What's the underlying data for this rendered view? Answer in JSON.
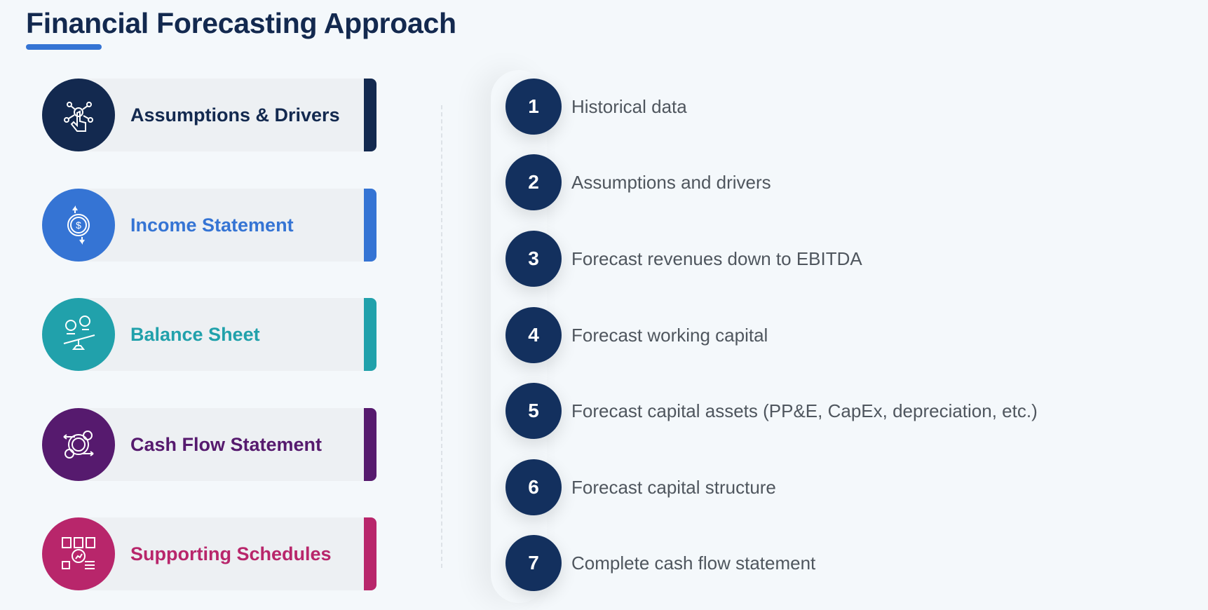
{
  "title": "Financial Forecasting Approach",
  "colors": {
    "navy": "#13294f",
    "blue": "#3574d4",
    "teal": "#21a1ab",
    "purple": "#561a6e",
    "magenta": "#b8266b"
  },
  "components": [
    {
      "label": "Assumptions & Drivers",
      "color": "#13294f",
      "icon": "network-hand-icon"
    },
    {
      "label": "Income Statement",
      "color": "#3574d4",
      "icon": "dollar-arrows-icon"
    },
    {
      "label": "Balance Sheet",
      "color": "#21a1ab",
      "icon": "balance-scale-icon"
    },
    {
      "label": "Cash Flow Statement",
      "color": "#561a6e",
      "icon": "cash-flow-icon"
    },
    {
      "label": "Supporting Schedules",
      "color": "#b8266b",
      "icon": "schedule-analysis-icon"
    }
  ],
  "steps": [
    {
      "num": "1",
      "text": "Historical data"
    },
    {
      "num": "2",
      "text": "Assumptions and drivers"
    },
    {
      "num": "3",
      "text": "Forecast revenues down to EBITDA"
    },
    {
      "num": "4",
      "text": "Forecast working capital"
    },
    {
      "num": "5",
      "text": "Forecast capital assets (PP&E, CapEx, depreciation, etc.)"
    },
    {
      "num": "6",
      "text": "Forecast capital structure"
    },
    {
      "num": "7",
      "text": "Complete cash flow statement"
    }
  ]
}
